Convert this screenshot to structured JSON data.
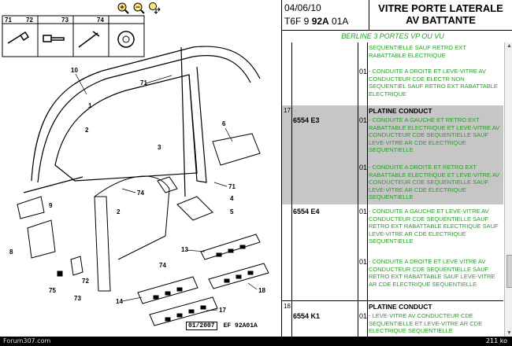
{
  "diagram": {
    "toolbar": {
      "zoom_in": "zoom-in-icon",
      "zoom_out": "zoom-out-icon",
      "pan": "pan-icon"
    },
    "legend_box_numbers": [
      "71",
      "72",
      "73",
      "74"
    ],
    "callouts": [
      "10",
      "71",
      "1",
      "2",
      "3",
      "6",
      "4",
      "5",
      "71",
      "74",
      "9",
      "2",
      "8",
      "75",
      "72",
      "73",
      "13",
      "74",
      "14",
      "17",
      "18"
    ],
    "ref_date": "01/2007",
    "ref_code": "EF 92A01A"
  },
  "header": {
    "date": "04/06/10",
    "code_prefix": "T6F 9 ",
    "code_bold": "92A",
    "code_suffix": " 01A",
    "title_line1": "VITRE PORTE LATERALE",
    "title_line2": "AV BATTANTE"
  },
  "model_line": "BERLINE 3 PORTES VP OU VU",
  "rows": [
    {
      "num": "",
      "ref": "",
      "qty": "",
      "label": "",
      "desc": "SEQUENTIELLE SAUF RETRO EXT RABATTABLE ELECTRIQUE",
      "highlight": false
    },
    {
      "num": "",
      "ref": "",
      "qty": "01",
      "label": "",
      "desc": "- CONDUITE A DROITE ET LEVE-VITRE AV CONDUCTEUR CDE ELECTR NON SEQUENTIEL SAUF RETRO EXT RABATTABLE ELECTRIQUE",
      "highlight": false
    },
    {
      "num": "17",
      "ref": "6554 E3",
      "qty": "01",
      "label": "PLATINE CONDUCT",
      "desc": "- CONDUITE A GAUCHE ET RETRO EXT RABATTABLE ELECTRIQUE ET LEVE-VITRE AV CONDUCTEUR CDE SEQUENTIELLE SAUF LEVE-VITRE AR CDE ELECTRIQUE SEQUENTIELLE",
      "highlight": true
    },
    {
      "num": "",
      "ref": "",
      "qty": "01",
      "label": "",
      "desc": "- CONDUITE A DROITE ET RETRO EXT RABATTABLE ELECTRIQUE ET LEVE-VITRE AV CONDUCTEUR CDE SEQUENTIELLE SAUF LEVE-VITRE AR CDE ELECTRIQUE SEQUENTIELLE",
      "highlight": true
    },
    {
      "num": "",
      "ref": "6554 E4",
      "qty": "01",
      "label": "",
      "desc": "- CONDUITE A GAUCHE ET LEVE-VITRE AV CONDUCTEUR CDE SEQUENTIELLE SAUF RETRO EXT RABATTABLE ELECTRIQUE SAUF LEVE-VITRE AR CDE ELECTRIQUE SEQUENTIELLE",
      "highlight": false
    },
    {
      "num": "",
      "ref": "",
      "qty": "01",
      "label": "",
      "desc": "- CONDUITE A DROITE ET LEVE VITRE AV CONDUCTEUR CDE SEQUENTIELLE SAUF RETRO EXT RABATTABLE SAUF LEVE-VITRE AR CDE ELECTRIQUE SEQUENTIELLE",
      "highlight": false
    },
    {
      "num": "18",
      "ref": "6554 K1",
      "qty": "01",
      "label": "PLATINE CONDUCT",
      "desc": "- LEVE-VITRE AV CONDUCTEUR CDE SEQUENTIELLE ET LEVE-VITRE AR CDE ELECTRIQUE SEQUENTIELLE",
      "highlight": false
    }
  ],
  "footer": {
    "left": "Forum307.com",
    "right": "211 ko"
  },
  "colors": {
    "desc_green": "#2a9a2a",
    "highlight_grey": "#c6c6c6"
  }
}
